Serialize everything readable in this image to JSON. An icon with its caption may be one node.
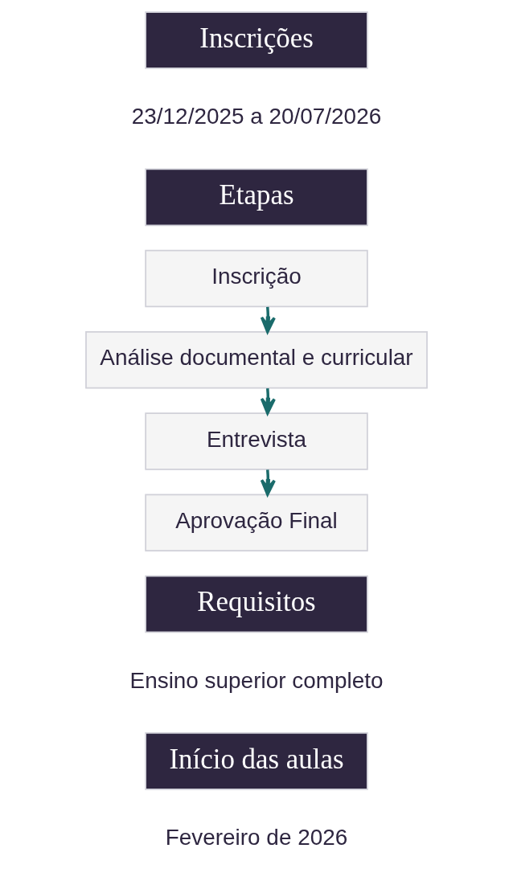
{
  "diagram": {
    "nodes": [
      {
        "text": [
          "Inscrições"
        ],
        "beside": [
          "23/12/2025 a 20/07/2026"
        ]
      },
      {
        "text": [
          "Etapas"
        ]
      },
      {
        "text": [
          "Inscrição"
        ]
      },
      {
        "text": [
          "Análise documental e curricular"
        ]
      },
      {
        "text": [
          "Entrevista"
        ]
      },
      {
        "text": [
          "Aprovação Final"
        ]
      },
      {
        "text": [
          "Requisitos"
        ],
        "beside": [
          "Ensino superior completo"
        ]
      },
      {
        "text": [
          "Início das aulas"
        ],
        "beside": [
          "Fevereiro de 2026"
        ]
      }
    ],
    "edges": [
      {
        "from": 2,
        "to": 3,
        "arrow": "to"
      },
      {
        "from": 3,
        "to": 4,
        "arrow": "to"
      },
      {
        "from": 4,
        "to": 5,
        "arrow": "to"
      }
    ]
  }
}
